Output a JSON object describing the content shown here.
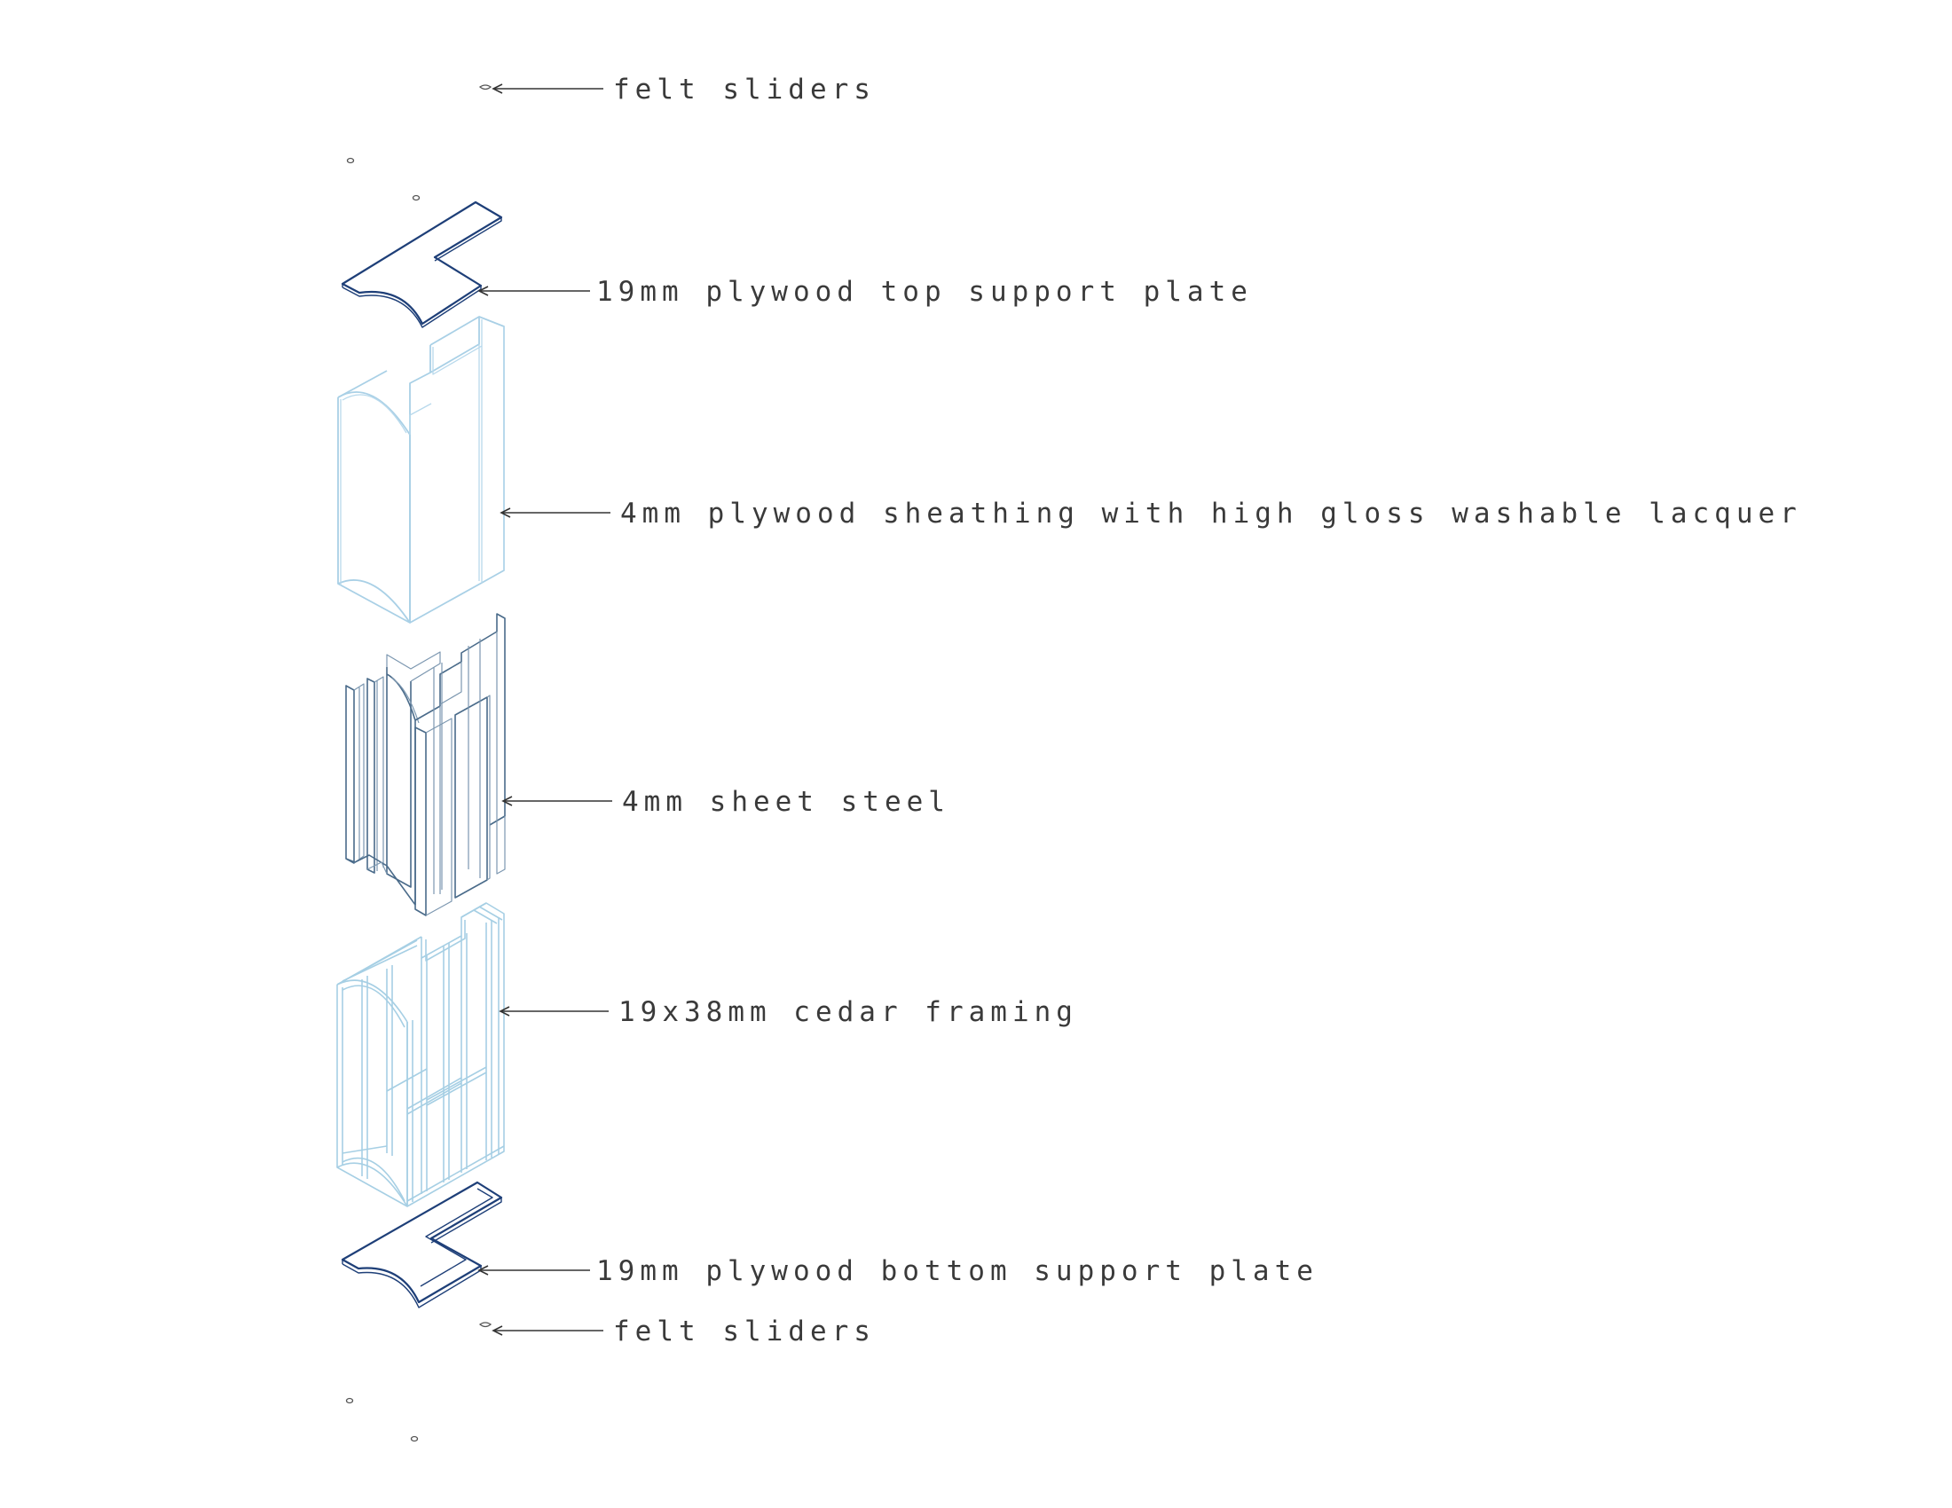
{
  "labels": {
    "felt_sliders_top": "felt sliders",
    "top_plate": "19mm plywood top support plate",
    "sheathing": "4mm plywood sheathing with high gloss washable lacquer",
    "steel": "4mm sheet steel",
    "framing": "19x38mm cedar framing",
    "bottom_plate": "19mm plywood bottom support plate",
    "felt_sliders_bottom": "felt sliders"
  },
  "colors": {
    "plate": "#1e3f78",
    "sheathing": "#a9d0e6",
    "steel": "#4a6b8a",
    "framing": "#a6cfe4",
    "text": "#3a3a3a"
  }
}
